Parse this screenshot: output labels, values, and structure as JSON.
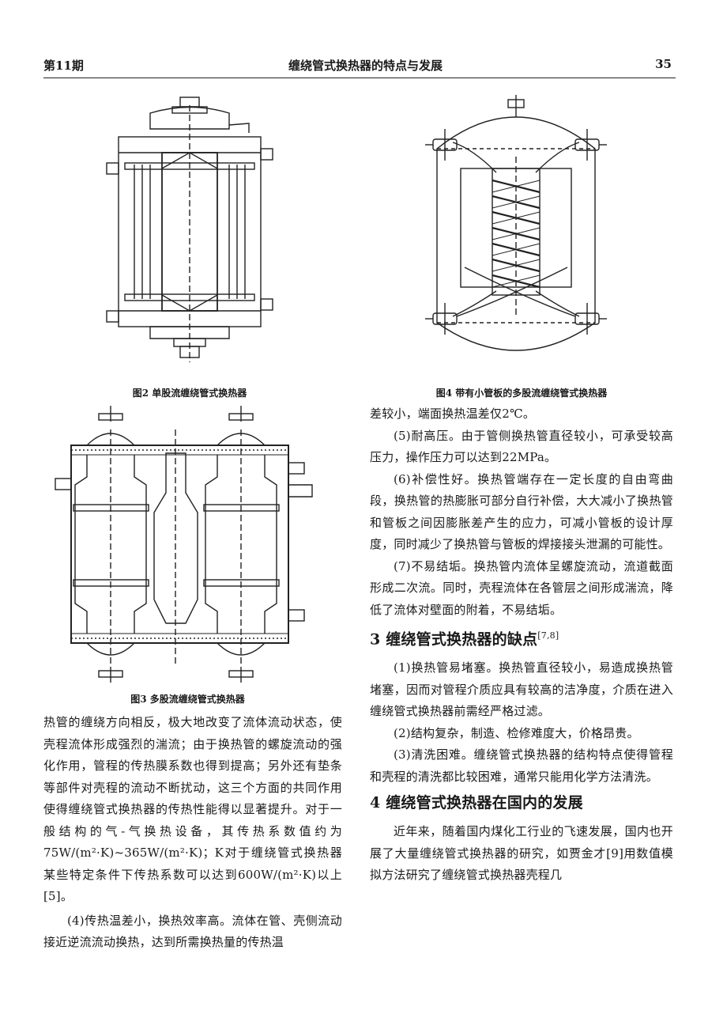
{
  "header": {
    "issue": "第11期",
    "title": "缠绕管式换热器的特点与发展",
    "page": "35"
  },
  "figures": {
    "fig2": {
      "caption": "图2 单股流缠绕管式换热器"
    },
    "fig3": {
      "caption": "图3 多股流缠绕管式换热器"
    },
    "fig4": {
      "caption": "图4 带有小管板的多股流缠绕管式换热器"
    }
  },
  "left_text": [
    "热管的缠绕方向相反，极大地改变了流体流动状态，使壳程流体形成强烈的湍流；由于换热管的螺旋流动的强化作用，管程的传热膜系数也得到提高；另外还有垫条等部件对壳程的流动不断扰动，这三个方面的共同作用使得缠绕管式换热器的传热性能得以显著提升。对于一般结构的气-气换热设备，其传热系数值约为75W/(m²·K)~365W/(m²·K)；K对于缠绕管式换热器某些特定条件下传热系数可以达到600W/(m²·K)以上[5]。",
    "(4)传热温差小，换热效率高。流体在管、壳侧流动接近逆流流动换热，达到所需换热量的传热温"
  ],
  "right_text": {
    "p0": "差较小，端面换热温差仅2℃。",
    "p1": "(5)耐高压。由于管侧换热管直径较小，可承受较高压力，操作压力可以达到22MPa。",
    "p2": "(6)补偿性好。换热管端存在一定长度的自由弯曲段，换热管的热膨胀可部分自行补偿，大大减小了换热管和管板之间因膨胀差产生的应力，可减小管板的设计厚度，同时减少了换热管与管板的焊接接头泄漏的可能性。",
    "p3": "(7)不易结垢。换热管内流体呈螺旋流动，流道截面形成二次流。同时，壳程流体在各管层之间形成湍流，降低了流体对壁面的附着，不易结垢。",
    "sec3_title": "3 缠绕管式换热器的缺点",
    "sec3_ref": "[7,8]",
    "p4": "(1)换热管易堵塞。换热管直径较小，易造成换热管堵塞，因而对管程介质应具有较高的洁净度，介质在进入缠绕管式换热器前需经严格过滤。",
    "p5": "(2)结构复杂，制造、检修难度大，价格昂贵。",
    "p6": "(3)清洗困难。缠绕管式换热器的结构特点使得管程和壳程的清洗都比较困难，通常只能用化学方法清洗。",
    "sec4_title": "4 缠绕管式换热器在国内的发展",
    "p7": "近年来，随着国内煤化工行业的飞速发展，国内也开展了大量缠绕管式换热器的研究，如贾金才[9]用数值模拟方法研究了缠绕管式换热器壳程几"
  }
}
